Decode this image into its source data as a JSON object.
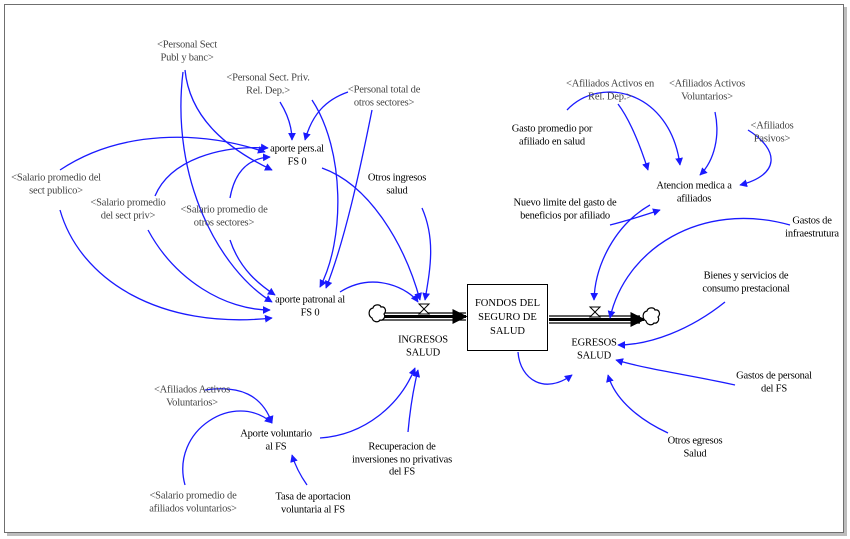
{
  "stock": {
    "label": "FONDOS DEL\nSEGURO DE\nSALUD"
  },
  "flows": {
    "inflow": "INGRESOS\nSALUD",
    "outflow": "EGRESOS\nSALUD"
  },
  "variables": {
    "personal_sect_publ": "<Personal Sect\nPubl y banc>",
    "personal_sect_priv": "<Personal Sect. Priv.\nRel. Dep.>",
    "personal_total_otros": "<Personal total de\notros sectores>",
    "salario_sect_publico": "<Salario promedio del\nsect publico>",
    "salario_sect_priv": "<Salario promedio\ndel sect priv>",
    "salario_otros_sectores": "<Salario promedio de\notros sectores>",
    "aporte_pers": "aporte pers.al\nFS 0",
    "aporte_patronal": "aporte patronal al\nFS 0",
    "otros_ingresos": "Otros ingresos\nsalud",
    "afiliados_activos_voluntarios_left": "<Afiliados Activos\nVoluntarios>",
    "aporte_voluntario": "Aporte voluntario\nal FS",
    "salario_afiliados_voluntarios": "<Salario promedio de\nafiliados voluntarios>",
    "tasa_aportacion": "Tasa de aportacion\nvoluntaria al FS",
    "recuperacion_inversiones": "Recuperacion de\ninversiones no privativas\ndel FS",
    "gasto_promedio": "Gasto promedio por\nafiliado en salud",
    "afiliados_activos_rel_dep": "<Afiliados Activos en\nRel. Dep.>",
    "afiliados_activos_voluntarios_right": "<Afiliados Activos\nVoluntarios>",
    "afiliados_pasivos": "<Afiliados\nPasivos>",
    "atencion_medica": "Atencion medica a\nafiliados",
    "nuevo_limite": "Nuevo limite del gasto de\nbeneficios por afiliado",
    "gastos_infraestrutura": "Gastos de\ninfraestrutura",
    "bienes_servicios": "Bienes y servicios de\nconsumo prestacional",
    "gastos_personal": "Gastos de personal\ndel FS",
    "otros_egresos": "Otros egresos\nSalud"
  },
  "colors": {
    "link": "#1a1aff",
    "flow": "#000000",
    "ghost_text": "#444444"
  }
}
